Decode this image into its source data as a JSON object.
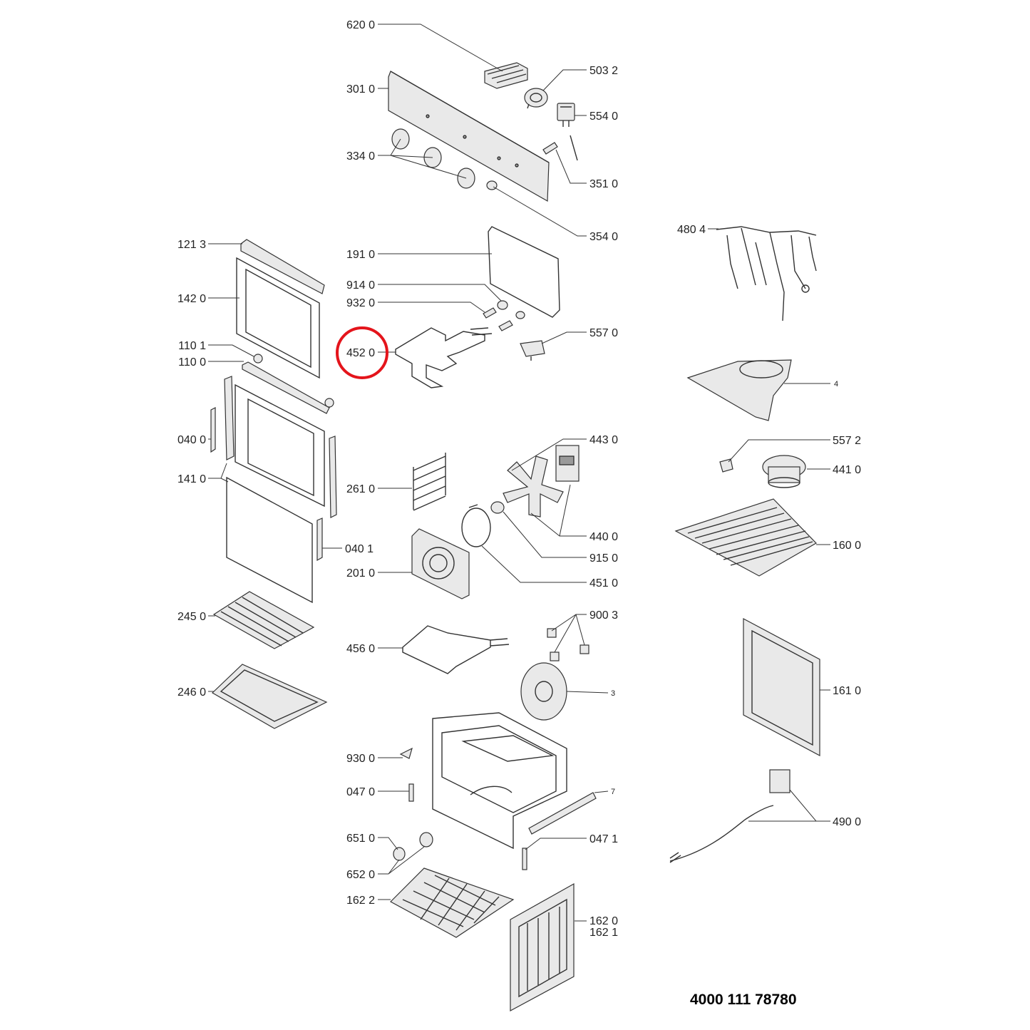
{
  "document_number": "4000 111 78780",
  "highlight": {
    "target_label": "452 0",
    "color": "#e4141b"
  },
  "labels": {
    "l6200": "620 0",
    "l5032": "503 2",
    "l3010": "301 0",
    "l5540": "554 0",
    "l3340": "334 0",
    "l3510": "351 0",
    "l3540": "354 0",
    "l4804": "480 4",
    "l1213": "121 3",
    "l1910": "191 0",
    "l1420": "142 0",
    "l9140": "914 0",
    "l9320": "932 0",
    "l5570": "557 0",
    "l1101": "110 1",
    "l4520": "452 0",
    "l1100": "110 0",
    "l4": "4",
    "l0400": "040 0",
    "l4430": "443 0",
    "l5572": "557 2",
    "l4410": "441 0",
    "l1410": "141 0",
    "l2610": "261 0",
    "l4400": "440 0",
    "l1600": "160 0",
    "l0401": "040 1",
    "l9150": "915 0",
    "l2010": "201 0",
    "l4510": "451 0",
    "l2450": "245 0",
    "l9003": "900 3",
    "l4560": "456 0",
    "l2460": "246 0",
    "l3": "3",
    "l1610": "161 0",
    "l9300": "930 0",
    "l0470": "047 0",
    "l7": "7",
    "l4900": "490 0",
    "l6510": "651 0",
    "l0471": "047 1",
    "l6520": "652 0",
    "l1622": "162 2",
    "l1620": "162 0",
    "l1621": "162 1"
  }
}
